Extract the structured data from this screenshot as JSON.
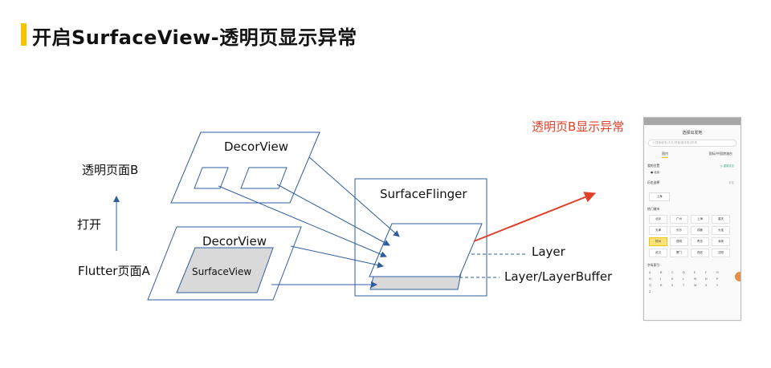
{
  "title": "开启SurfaceView-透明页显示异常",
  "colors": {
    "title_accent": "#f5c400",
    "diagram_blue": "#2e5d9f",
    "warning_red": "#e0412b",
    "surface_gray": "#d9d9d9"
  },
  "diagram": {
    "page_b_label": "透明页面B",
    "open_label": "打开",
    "page_a_label": "Flutter页面A",
    "decor_view_top": "DecorView",
    "decor_view_bottom": "DecorView",
    "surface_view": "SurfaceView",
    "surface_flinger": "SurfaceFlinger",
    "layer": "Layer",
    "layer_buffer": "Layer/LayerBuffer",
    "anomaly_label": "透明页B显示异常"
  },
  "phone": {
    "screen_title": "选择出发地",
    "search_placeholder": "◎ 搜索城市(中文/拼音/首字母)/机场",
    "tabs": [
      "国内",
      "国际/中国港澳台"
    ],
    "current_section": "我的位置",
    "current_aside": "◎ 重新定位",
    "current_city": "● 北京",
    "history_section": "历史选择",
    "history_aside": "清空",
    "history_city": "上海",
    "hot_section": "热门城市",
    "hot_cities": [
      "北京",
      "广州",
      "上海",
      "重庆",
      "天津",
      "长沙",
      "成都",
      "大连",
      "杭州",
      "昆明",
      "青岛",
      "深圳",
      "武汉",
      "厦门",
      "西安",
      "沈阳"
    ],
    "selected_city": "杭州",
    "alpha_section": "字母索引",
    "letters": [
      "A",
      "B",
      "C",
      "D",
      "E",
      "F",
      "G",
      "H",
      "J",
      "K",
      "L",
      "M",
      "N",
      "P",
      "Q",
      "R",
      "S",
      "T",
      "W",
      "X",
      "Y",
      "Z"
    ]
  }
}
